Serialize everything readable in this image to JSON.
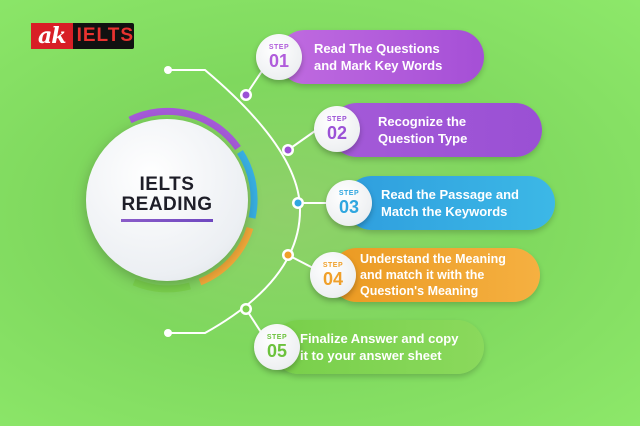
{
  "logo": {
    "mark": "ak",
    "text": "IELTS"
  },
  "center": {
    "line1": "IELTS",
    "line2": "READING"
  },
  "colors": {
    "step1": "#b05cdb",
    "step2": "#9b52d6",
    "step3": "#2fa6df",
    "step4": "#f0a02a",
    "step5": "#7fd250",
    "line": "#ffffff"
  },
  "steps": [
    {
      "word": "STEP",
      "num": "01",
      "label": "Read The Questions\nand Mark Key Words"
    },
    {
      "word": "STEP",
      "num": "02",
      "label": "Recognize the\nQuestion Type"
    },
    {
      "word": "STEP",
      "num": "03",
      "label": "Read the Passage and\nMatch the Keywords"
    },
    {
      "word": "STEP",
      "num": "04",
      "label": "Understand the Meaning\nand match  it with the\nQuestion's Meaning"
    },
    {
      "word": "STEP",
      "num": "05",
      "label": "Finalize Answer and copy\nit to your answer sheet"
    }
  ]
}
